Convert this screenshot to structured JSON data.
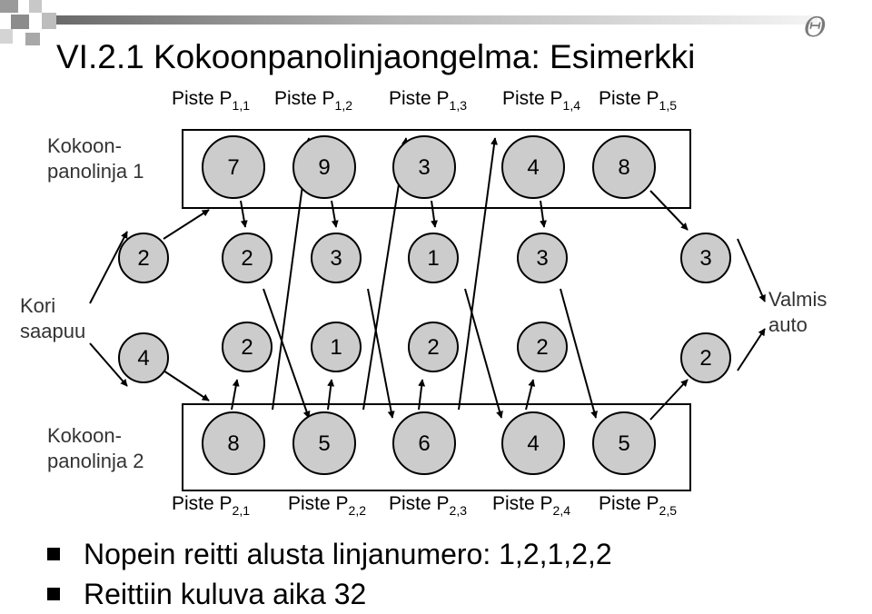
{
  "title": "VI.2.1 Kokoonpanolinjaongelma: Esimerkki",
  "logo_glyph": "Θ",
  "colors": {
    "node_fill": "#cccccc",
    "stroke": "#000000",
    "deco_gray": "#b8b8b8",
    "deco_dark": "#9a9a9a"
  },
  "labels": {
    "line1": [
      "Kokoon-",
      "panolinja 1"
    ],
    "line2": [
      "Kokoon-",
      "panolinja 2"
    ],
    "start": [
      "Kori",
      "saapuu"
    ],
    "end": [
      "Valmis",
      "auto"
    ]
  },
  "stations_top": [
    {
      "text": "Piste P",
      "sub": "1,1"
    },
    {
      "text": "Piste P",
      "sub": "1,2"
    },
    {
      "text": "Piste P",
      "sub": "1,3"
    },
    {
      "text": "Piste P",
      "sub": "1,4"
    },
    {
      "text": "Piste P",
      "sub": "1,5"
    }
  ],
  "stations_bottom": [
    {
      "text": "Piste P",
      "sub": "2,1"
    },
    {
      "text": "Piste P",
      "sub": "2,2"
    },
    {
      "text": "Piste P",
      "sub": "2,3"
    },
    {
      "text": "Piste P",
      "sub": "2,4"
    },
    {
      "text": "Piste P",
      "sub": "2,5"
    }
  ],
  "line1_times": [
    "7",
    "9",
    "3",
    "4",
    "8"
  ],
  "line2_times": [
    "8",
    "5",
    "6",
    "4",
    "5"
  ],
  "upper_transfer": [
    "2",
    "2",
    "3",
    "1",
    "3",
    "3"
  ],
  "lower_transfer": [
    "4",
    "2",
    "1",
    "2",
    "2",
    "2"
  ],
  "bullets": [
    "Nopein reitti alusta linjanumero: 1,2,1,2,2",
    "Reittiin kuluva aika 32"
  ]
}
